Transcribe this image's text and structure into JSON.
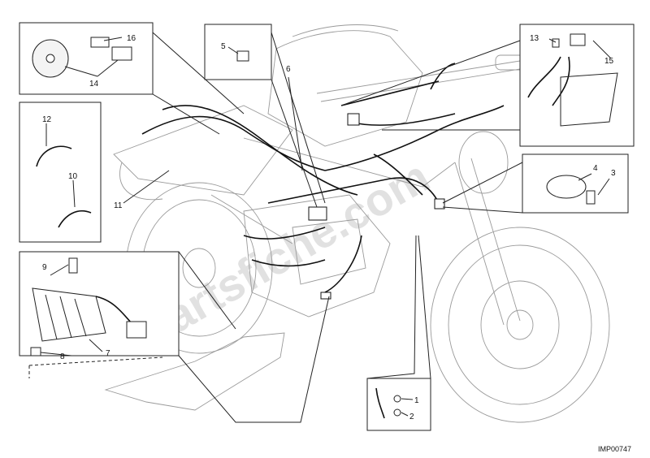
{
  "diagram": {
    "code": "IMP00747",
    "watermark": "Partsfiche.com",
    "callouts": {
      "c1": "1",
      "c2": "2",
      "c3": "3",
      "c4": "4",
      "c5": "5",
      "c6": "6",
      "c7": "7",
      "c8": "8",
      "c9": "9",
      "c10": "10",
      "c11": "11",
      "c12": "12",
      "c13": "13",
      "c14": "14",
      "c15": "15",
      "c16": "16"
    }
  }
}
